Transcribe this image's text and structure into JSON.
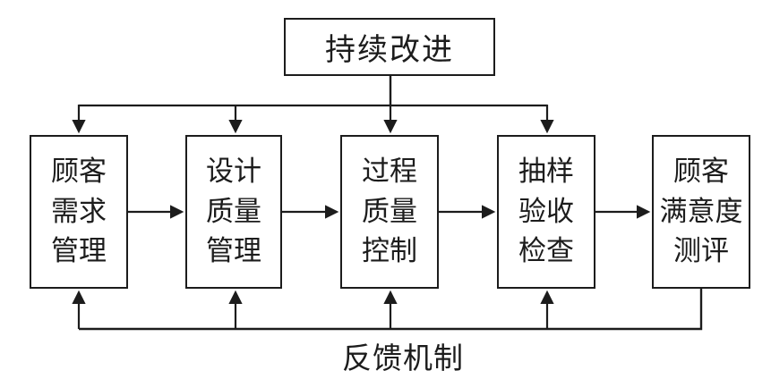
{
  "diagram": {
    "title_node": {
      "label": "持续改进"
    },
    "process_nodes": [
      {
        "label": "顾客\n需求\n管理"
      },
      {
        "label": "设计\n质量\n管理"
      },
      {
        "label": "过程\n质量\n控制"
      },
      {
        "label": "抽样\n验收\n检查"
      },
      {
        "label": "顾客\n满意度\n测评"
      }
    ],
    "feedback_label": "反馈机制",
    "colors": {
      "line": "#1c1c1c",
      "box_border": "#1c1c1c",
      "box_fill": "#ffffff",
      "text": "#1c1c1c",
      "background": "#ffffff"
    }
  }
}
